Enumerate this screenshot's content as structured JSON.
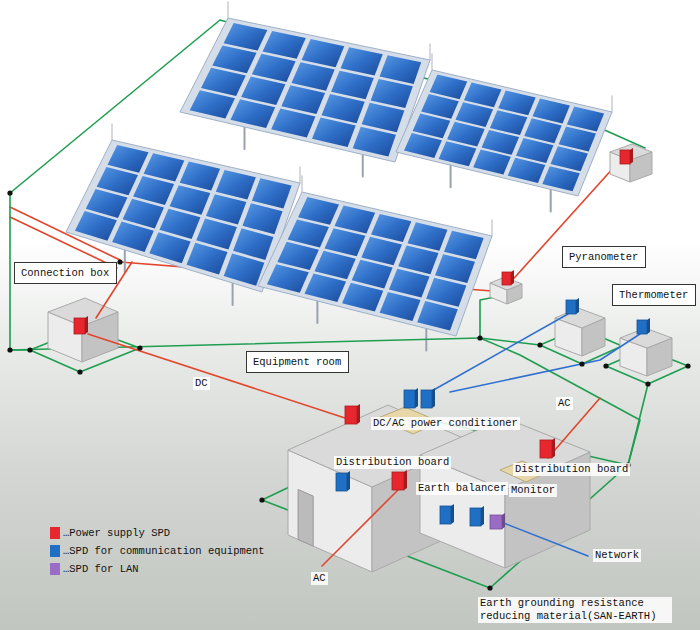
{
  "diagram": {
    "nodes": [
      {
        "text": [
          "Connection box"
        ]
      },
      {
        "text": [
          "Pyranometer"
        ]
      },
      {
        "text": [
          "Thermometer"
        ]
      },
      {
        "text": [
          "Equipment room"
        ]
      }
    ],
    "labels": [
      "DC",
      "AC",
      "DC/AC power conditioner",
      "Distribution board",
      "Distribution board",
      "Earth balancer",
      "Monitor",
      "Network",
      "AC",
      "Earth grounding resistance reducing material(SAN-EARTH)"
    ],
    "legend": [
      {
        "text": "…Power supply SPD",
        "color": "#e8262d"
      },
      {
        "text": "…SPD for communication equipment",
        "color": "#1f6fc4"
      },
      {
        "text": "…SPD for LAN",
        "color": "#9a6cc6"
      }
    ]
  }
}
